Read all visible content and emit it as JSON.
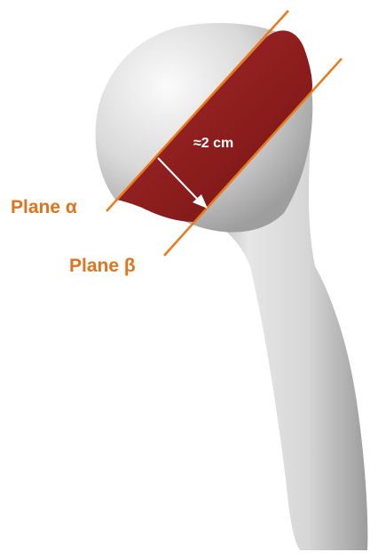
{
  "labels": {
    "plane_alpha": "Plane α",
    "plane_beta": "Plane β",
    "distance": "≈2 cm"
  },
  "colors": {
    "plane_line": "#e87a1a",
    "plane_label": "#e0731c",
    "resected_region": "#8c1d1d",
    "bone": "#d3d3d3",
    "arrow": "#ffffff"
  }
}
